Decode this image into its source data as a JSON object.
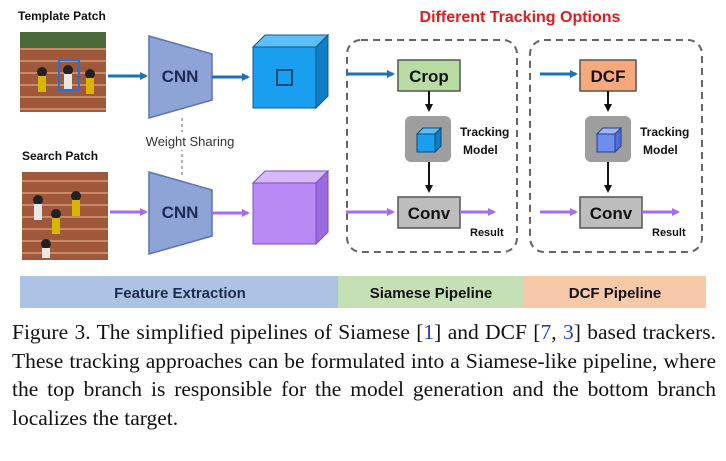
{
  "diagram": {
    "template_label": "Template Patch",
    "search_label": "Search Patch",
    "cnn_top": "CNN",
    "cnn_bottom": "CNN",
    "weight_sharing": "Weight Sharing",
    "options_title": "Different Tracking Options",
    "crop": "Crop",
    "dcf": "DCF",
    "conv_left": "Conv",
    "conv_right": "Conv",
    "tracking_model_left": [
      "Tracking",
      "Model"
    ],
    "tracking_model_right": [
      "Tracking",
      "Model"
    ],
    "result_left": "Result",
    "result_right": "Result",
    "bar": {
      "feature_extraction": "Feature Extraction",
      "siamese_pipeline": "Siamese Pipeline",
      "dcf_pipeline": "DCF Pipeline"
    }
  },
  "colors": {
    "cnn_fill": "#8ea3d6",
    "blue_cube": "#1a9ff0",
    "purple_cube": "#b98af5",
    "crop_fill": "#b8dca2",
    "dcf_fill": "#f7a97b",
    "conv_fill": "#bdbdbd",
    "blue_arrow": "#1a73b8",
    "purple_arrow": "#a86af0",
    "title_red": "#e01c1c",
    "bar_feature": "#adc3e3",
    "bar_siamese": "#c5e0b4",
    "bar_dcf": "#f8c9a8"
  },
  "caption": {
    "label": "Figure 3.",
    "text_1": "The simplified pipelines of Siamese",
    "ref_1": "1",
    "text_2": "and DCF",
    "ref_2": "7",
    "ref_3": "3",
    "text_3": "based trackers. These tracking approaches can be formulated into a Siamese-like pipeline, where the top branch is responsible for the model generation and the bottom branch localizes the target."
  }
}
